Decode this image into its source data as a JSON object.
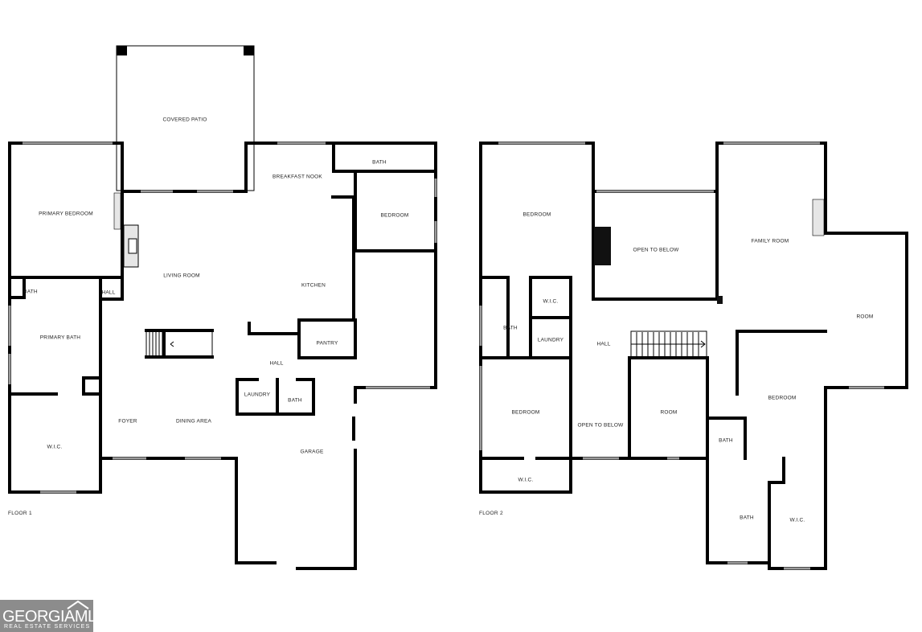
{
  "floor1": {
    "label": "FLOOR 1",
    "rooms": {
      "covered_patio": "COVERED PATIO",
      "primary_bedroom": "PRIMARY BEDROOM",
      "bath_top": "BATH",
      "breakfast_nook": "BREAKFAST NOOK",
      "bedroom": "BEDROOM",
      "living_room": "LIVING ROOM",
      "kitchen": "KITCHEN",
      "bath_small": "BATH",
      "hall_small": "HALL",
      "primary_bath": "PRIMARY BATH",
      "pantry": "PANTRY",
      "hall": "HALL",
      "laundry": "LAUNDRY",
      "bath_bottom": "BATH",
      "wic": "W.I.C.",
      "foyer": "FOYER",
      "dining_area": "DINING AREA",
      "garage": "GARAGE"
    }
  },
  "floor2": {
    "label": "FLOOR 2",
    "rooms": {
      "bedroom_top": "BEDROOM",
      "open_to_below_top": "OPEN TO BELOW",
      "family_room": "FAMILY ROOM",
      "wic_small": "W.I.C.",
      "bath_left": "BATH",
      "laundry": "LAUNDRY",
      "hall": "HALL",
      "room_right": "ROOM",
      "bedroom_left": "BEDROOM",
      "open_to_below_bottom": "OPEN TO BELOW",
      "room_center": "ROOM",
      "bedroom_right": "BEDROOM",
      "bath_small": "BATH",
      "wic_bottom_left": "W.I.C.",
      "bath_bottom": "BATH",
      "wic_bottom_right": "W.I.C."
    }
  },
  "logo": {
    "main": "GEORGIAMLS",
    "sub": "REAL ESTATE SERVICES"
  },
  "colors": {
    "wall": "#000000",
    "window": "#9a9a9a",
    "logo_bg": "#8c8c8c"
  }
}
